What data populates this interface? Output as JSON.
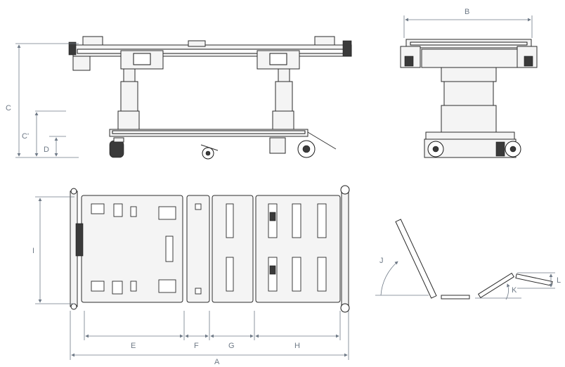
{
  "labels": {
    "A": "A",
    "B": "B",
    "C": "C",
    "C_prime": "C'",
    "D": "D",
    "E": "E",
    "F": "F",
    "G": "G",
    "H": "H",
    "I": "I",
    "J": "J",
    "K": "K",
    "L": "L"
  },
  "colors": {
    "dimension": "#6f7a87",
    "drawing": "#2b2b2b",
    "background": "#ffffff"
  }
}
